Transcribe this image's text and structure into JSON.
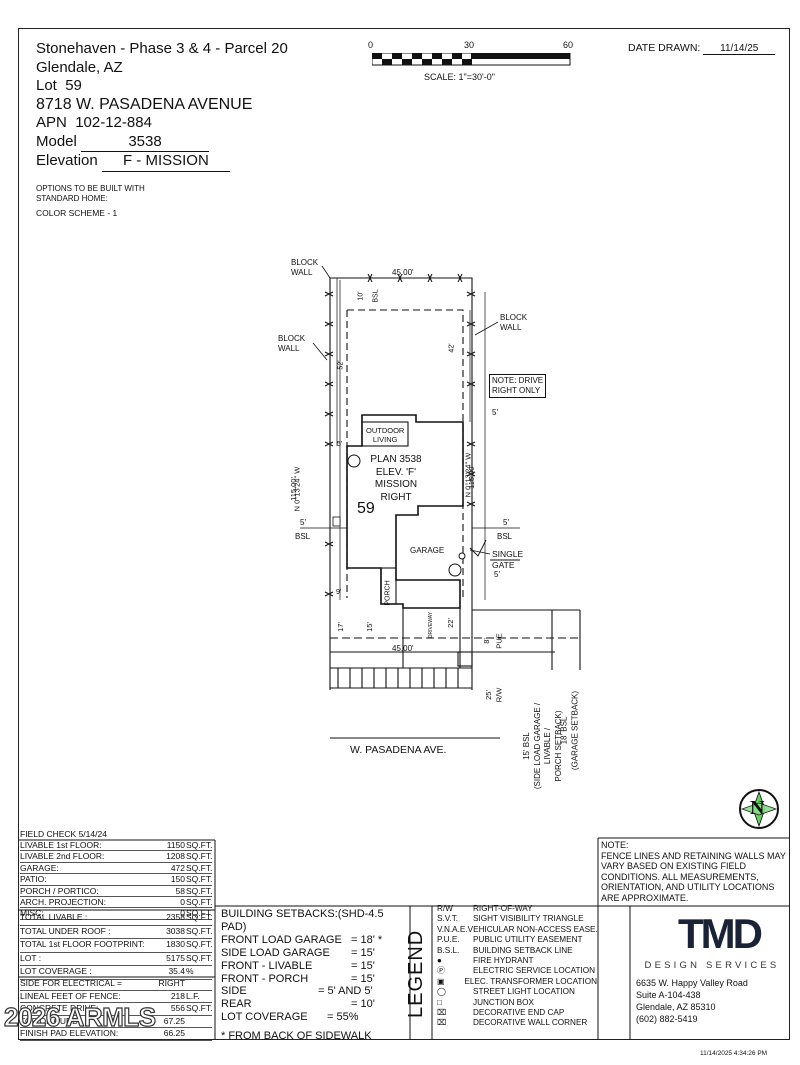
{
  "header": {
    "line1": "Stonehaven - Phase 3 & 4 - Parcel 20",
    "line2": "Glendale, AZ",
    "lot_label": "Lot",
    "lot_number": "59",
    "address": "8718 W. PASADENA AVENUE",
    "apn_label": "APN",
    "apn": "102-12-884",
    "model_label": "Model",
    "model": "3538",
    "elevation_label": "Elevation",
    "elevation": "F - MISSION",
    "options_line1": "OPTIONS TO BE BUILT WITH",
    "options_line2": "STANDARD HOME:",
    "color_scheme": "COLOR SCHEME - 1"
  },
  "scale_bar": {
    "ticks": [
      "0",
      "30",
      "60"
    ],
    "caption": "SCALE: 1\"=30'-0\""
  },
  "date_drawn": {
    "label": "DATE DRAWN:",
    "value": "11/14/25"
  },
  "plan": {
    "lot_width_top": "45.00'",
    "lot_width_bottom": "45.00'",
    "block_wall": "BLOCK",
    "block_wall_2": "WALL",
    "rear_setback": "10'",
    "bsl": "BSL",
    "dim_52": "52'",
    "dim_42": "42'",
    "note_drive_1": "NOTE: DRIVE",
    "note_drive_2": "RIGHT ONLY",
    "dim_5_right": "5'",
    "outdoor_1": "OUTDOOR",
    "outdoor_2": "LIVING",
    "dim_5_left": "5'",
    "plan_1": "PLAN 3538",
    "plan_2": "ELEV. 'F'",
    "plan_3": "MISSION",
    "plan_4": "RIGHT",
    "lot_num": "59",
    "bearing_left": "N 0°13'24\" W",
    "length_left": "115.00'",
    "bearing_right": "N 0°13'24\" W",
    "length_right": "115.00'",
    "side_left": "5'",
    "side_left_bsl": "BSL",
    "side_right": "5'",
    "side_right_bsl": "BSL",
    "garage": "GARAGE",
    "porch": "PORCH",
    "single_gate_1": "SINGLE",
    "single_gate_2": "GATE",
    "gate_5": "5'",
    "dim_9": "9'",
    "dim_17": "17'",
    "dim_15": "15'",
    "driveway": "DRIVEWAY",
    "dim_22": "22'",
    "dim_8": "8'",
    "pue": "PUE",
    "dim_25": "25'",
    "rw": "R/W",
    "street": "W. PASADENA AVE.",
    "bsl15_1": "15' BSL",
    "bsl15_2": "(SIDE LOAD GARAGE /",
    "bsl15_3": "LIVABLE /",
    "bsl15_4": "PORCH SETBACK)",
    "bsl18_1": "18' BSL",
    "bsl18_2": "(GARAGE SETBACK)"
  },
  "compass": {
    "label": "N"
  },
  "field_check": "FIELD CHECK 5/14/24",
  "areas": [
    {
      "label": "LIVABLE 1st FLOOR:",
      "value": "1150",
      "unit": "SQ.FT."
    },
    {
      "label": "LIVABLE 2nd FLOOR:",
      "value": "1208",
      "unit": "SQ.FT."
    },
    {
      "label": "GARAGE:",
      "value": "472",
      "unit": "SQ.FT."
    },
    {
      "label": "PATIO:",
      "value": "150",
      "unit": "SQ.FT."
    },
    {
      "label": "PORCH / PORTICO:",
      "value": "58",
      "unit": "SQ.FT."
    },
    {
      "label": "ARCH. PROJECTION:",
      "value": "0",
      "unit": "SQ.FT."
    },
    {
      "label": "MISC:",
      "value": "0",
      "unit": "SQ.FT."
    }
  ],
  "totals": [
    {
      "label": "TOTAL LIVABLE :",
      "value": "2358",
      "unit": "SQ.FT."
    },
    {
      "label": "TOTAL UNDER ROOF :",
      "value": "3038",
      "unit": "SQ.FT."
    },
    {
      "label": "TOTAL 1st FLOOR FOOTPRINT:",
      "value": "1830",
      "unit": "SQ.FT."
    },
    {
      "label": "LOT :",
      "value": "5175",
      "unit": "SQ.FT."
    },
    {
      "label": "LOT COVERAGE :",
      "value": "35.4",
      "unit": "%"
    }
  ],
  "misc_rows": [
    {
      "label": "SIDE FOR ELECTRICAL =",
      "value": "RIGHT",
      "unit": ""
    },
    {
      "label": "LINEAL FEET OF FENCE:",
      "value": "218",
      "unit": "L.F."
    },
    {
      "label": "CONCRETE DRIVE:",
      "value": "556",
      "unit": "SQ.FT."
    },
    {
      "label": "TOP OF CURB:",
      "value": "67.25",
      "unit": ""
    },
    {
      "label": "FINISH PAD ELEVATION:",
      "value": "66.25",
      "unit": ""
    }
  ],
  "setbacks": {
    "title": "BUILDING SETBACKS:(SHD-4.5 PAD)",
    "rows": [
      {
        "label": "FRONT LOAD GARAGE",
        "value": "= 18' *"
      },
      {
        "label": "SIDE LOAD GARAGE",
        "value": "= 15'"
      },
      {
        "label": "FRONT - LIVABLE",
        "value": "= 15'"
      },
      {
        "label": "FRONT - PORCH",
        "value": "= 15'"
      },
      {
        "label": "SIDE",
        "value": "= 5' AND 5'"
      },
      {
        "label": "REAR",
        "value": "= 10'"
      },
      {
        "label": "LOT COVERAGE",
        "value": "= 55%"
      }
    ],
    "footnote": "* FROM BACK OF SIDEWALK"
  },
  "legend": {
    "title": "LEGEND",
    "items": [
      {
        "abbr": "R/W",
        "text": "RIGHT-OF-WAY"
      },
      {
        "abbr": "S.V.T.",
        "text": "SIGHT VISIBILITY TRIANGLE"
      },
      {
        "abbr": "V.N.A.E.",
        "text": "VEHICULAR NON-ACCESS EASE."
      },
      {
        "abbr": "P.U.E.",
        "text": "PUBLIC UTILITY EASEMENT"
      },
      {
        "abbr": "B.S.L.",
        "text": "BUILDING SETBACK LINE"
      },
      {
        "abbr": "",
        "text": "FIRE HYDRANT",
        "icon": "fire-hydrant-icon"
      },
      {
        "abbr": "",
        "text": "ELECTRIC SERVICE LOCATION",
        "icon": "electric-service-icon"
      },
      {
        "abbr": "",
        "text": "ELEC. TRANSFORMER LOCATION",
        "icon": "transformer-icon"
      },
      {
        "abbr": "",
        "text": "STREET LIGHT LOCATION",
        "icon": "street-light-icon"
      },
      {
        "abbr": "",
        "text": "JUNCTION BOX",
        "icon": "junction-box-icon"
      },
      {
        "abbr": "",
        "text": "DECORATIVE END CAP",
        "icon": "end-cap-icon"
      },
      {
        "abbr": "",
        "text": "DECORATIVE WALL CORNER",
        "icon": "wall-corner-icon"
      }
    ]
  },
  "note": {
    "title": "NOTE:",
    "lines": [
      "FENCE LINES AND RETAINING WALLS MAY",
      "VARY BASED ON EXISTING FIELD",
      "CONDITIONS. ALL MEASUREMENTS,",
      "ORIENTATION, AND UTILITY LOCATIONS",
      "ARE APPROXIMATE."
    ]
  },
  "company": {
    "logo": "TMD",
    "tagline": "DESIGN SERVICES",
    "address1": "6635 W. Happy Valley Road",
    "address2": "Suite A-104-438",
    "address3": "Glendale, AZ 85310",
    "phone": "(602) 882-5419"
  },
  "watermark": "2026 ARMLS",
  "print_stamp": "11/14/2025 4:34:26 PM"
}
